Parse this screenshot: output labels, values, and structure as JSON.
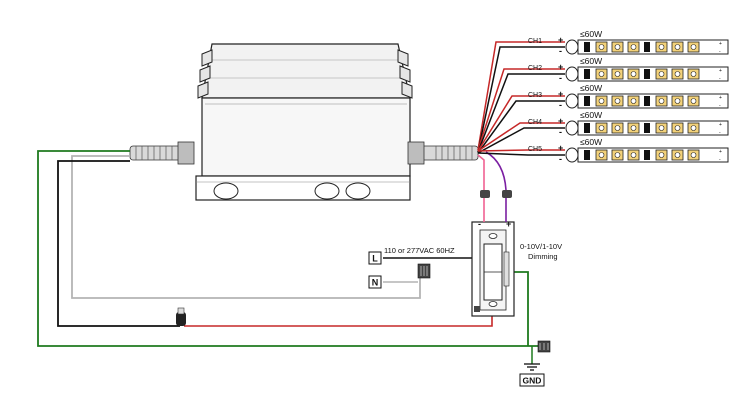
{
  "power_labels": {
    "line": "L",
    "neutral": "N",
    "ground": "GND",
    "voltage": "110 or 277VAC 60HZ"
  },
  "dimmer": {
    "line1": "0-10V/1-10V",
    "line2": "Dimming",
    "plus": "+",
    "minus": "-"
  },
  "channels": [
    {
      "name": "CH1",
      "power": "≤60W",
      "plus": "+",
      "minus": "-"
    },
    {
      "name": "CH2",
      "power": "≤60W",
      "plus": "+",
      "minus": "-"
    },
    {
      "name": "CH3",
      "power": "≤60W",
      "plus": "+",
      "minus": "-"
    },
    {
      "name": "CH4",
      "power": "≤60W",
      "plus": "+",
      "minus": "-"
    },
    {
      "name": "CH5",
      "power": "≤60W",
      "plus": "+",
      "minus": "-"
    }
  ],
  "colors": {
    "ground_wire": "#1e7a1e",
    "neutral_wire": "#b4b4b4",
    "line_wire": "#111111",
    "dim_positive": "#c62828",
    "dim_negative": "#7b1fa2",
    "dim_pink": "#f06292",
    "led_chip": "#f3d27a"
  }
}
